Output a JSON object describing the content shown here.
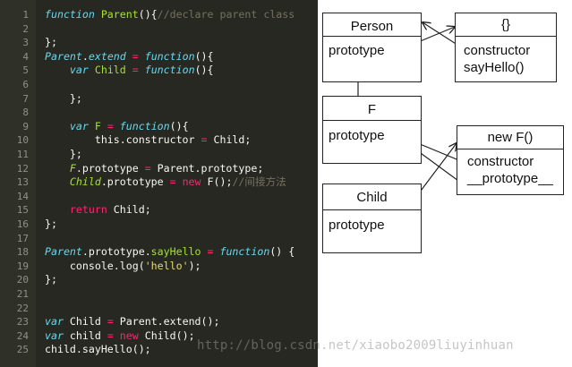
{
  "editor": {
    "lines": [
      {
        "n": "1",
        "tokens": [
          {
            "t": "function",
            "c": "kw"
          },
          {
            "t": " ",
            "c": "pl"
          },
          {
            "t": "Parent",
            "c": "id"
          },
          {
            "t": "(){",
            "c": "pl"
          },
          {
            "t": "//declare parent class",
            "c": "cm"
          }
        ]
      },
      {
        "n": "2",
        "tokens": []
      },
      {
        "n": "3",
        "tokens": [
          {
            "t": "};",
            "c": "pl"
          }
        ]
      },
      {
        "n": "4",
        "tokens": [
          {
            "t": "Parent",
            "c": "kw"
          },
          {
            "t": ".",
            "c": "pl"
          },
          {
            "t": "extend",
            "c": "kw"
          },
          {
            "t": " = ",
            "c": "ctrl"
          },
          {
            "t": "function",
            "c": "kw"
          },
          {
            "t": "(){",
            "c": "pl"
          }
        ]
      },
      {
        "n": "5",
        "tokens": [
          {
            "t": "    ",
            "c": "pl"
          },
          {
            "t": "var",
            "c": "kw"
          },
          {
            "t": " ",
            "c": "pl"
          },
          {
            "t": "Child",
            "c": "id"
          },
          {
            "t": " = ",
            "c": "ctrl"
          },
          {
            "t": "function",
            "c": "kw"
          },
          {
            "t": "(){",
            "c": "pl"
          }
        ]
      },
      {
        "n": "6",
        "tokens": []
      },
      {
        "n": "7",
        "tokens": [
          {
            "t": "    };",
            "c": "pl"
          }
        ]
      },
      {
        "n": "8",
        "tokens": []
      },
      {
        "n": "9",
        "tokens": [
          {
            "t": "    ",
            "c": "pl"
          },
          {
            "t": "var",
            "c": "kw"
          },
          {
            "t": " ",
            "c": "pl"
          },
          {
            "t": "F",
            "c": "id"
          },
          {
            "t": " = ",
            "c": "ctrl"
          },
          {
            "t": "function",
            "c": "kw"
          },
          {
            "t": "(){",
            "c": "pl"
          }
        ]
      },
      {
        "n": "10",
        "tokens": [
          {
            "t": "        this.constructor ",
            "c": "pl"
          },
          {
            "t": "=",
            "c": "ctrl"
          },
          {
            "t": " Child;",
            "c": "pl"
          }
        ]
      },
      {
        "n": "11",
        "tokens": [
          {
            "t": "    };",
            "c": "pl"
          }
        ]
      },
      {
        "n": "12",
        "tokens": [
          {
            "t": "    ",
            "c": "pl"
          },
          {
            "t": "F",
            "c": "id-it"
          },
          {
            "t": ".prototype ",
            "c": "pl"
          },
          {
            "t": "=",
            "c": "ctrl"
          },
          {
            "t": " Parent.prototype;",
            "c": "pl"
          }
        ]
      },
      {
        "n": "13",
        "tokens": [
          {
            "t": "    ",
            "c": "pl"
          },
          {
            "t": "Child",
            "c": "id-it"
          },
          {
            "t": ".prototype ",
            "c": "pl"
          },
          {
            "t": "=",
            "c": "ctrl"
          },
          {
            "t": " ",
            "c": "pl"
          },
          {
            "t": "new",
            "c": "ctrl"
          },
          {
            "t": " F();",
            "c": "pl"
          },
          {
            "t": "//间接方法",
            "c": "cm"
          }
        ]
      },
      {
        "n": "14",
        "tokens": []
      },
      {
        "n": "15",
        "tokens": [
          {
            "t": "    ",
            "c": "pl"
          },
          {
            "t": "return",
            "c": "ctrl"
          },
          {
            "t": " Child;",
            "c": "pl"
          }
        ]
      },
      {
        "n": "16",
        "tokens": [
          {
            "t": "};",
            "c": "pl"
          }
        ]
      },
      {
        "n": "17",
        "tokens": []
      },
      {
        "n": "18",
        "tokens": [
          {
            "t": "Parent",
            "c": "kw"
          },
          {
            "t": ".prototype.",
            "c": "pl"
          },
          {
            "t": "sayHello",
            "c": "id"
          },
          {
            "t": " = ",
            "c": "ctrl"
          },
          {
            "t": "function",
            "c": "kw"
          },
          {
            "t": "() {",
            "c": "pl"
          }
        ]
      },
      {
        "n": "19",
        "tokens": [
          {
            "t": "    console.log(",
            "c": "pl"
          },
          {
            "t": "'hello'",
            "c": "str"
          },
          {
            "t": ");",
            "c": "pl"
          }
        ]
      },
      {
        "n": "20",
        "tokens": [
          {
            "t": "};",
            "c": "pl"
          }
        ]
      },
      {
        "n": "21",
        "tokens": []
      },
      {
        "n": "22",
        "tokens": []
      },
      {
        "n": "23",
        "tokens": [
          {
            "t": "var",
            "c": "kw"
          },
          {
            "t": " Child ",
            "c": "pl"
          },
          {
            "t": "=",
            "c": "ctrl"
          },
          {
            "t": " Parent.extend();",
            "c": "pl"
          }
        ]
      },
      {
        "n": "24",
        "tokens": [
          {
            "t": "var",
            "c": "kw"
          },
          {
            "t": " child ",
            "c": "pl"
          },
          {
            "t": "=",
            "c": "ctrl"
          },
          {
            "t": " ",
            "c": "pl"
          },
          {
            "t": "new",
            "c": "ctrl"
          },
          {
            "t": " Child();",
            "c": "pl"
          }
        ]
      },
      {
        "n": "25",
        "tokens": [
          {
            "t": "child.sayHello();",
            "c": "pl"
          }
        ]
      }
    ]
  },
  "diagram": {
    "person": {
      "title": "Person",
      "field": "prototype"
    },
    "proto_obj": {
      "title": "{}",
      "fields": [
        "constructor",
        "sayHello()"
      ]
    },
    "f": {
      "title": "F",
      "field": "prototype"
    },
    "new_f": {
      "title": "new F()",
      "fields": [
        "constructor",
        "__prototype__"
      ]
    },
    "child": {
      "title": "Child",
      "field": "prototype"
    }
  },
  "watermark": "http://blog.csdn.net/xiaobo2009liuyinhuan"
}
